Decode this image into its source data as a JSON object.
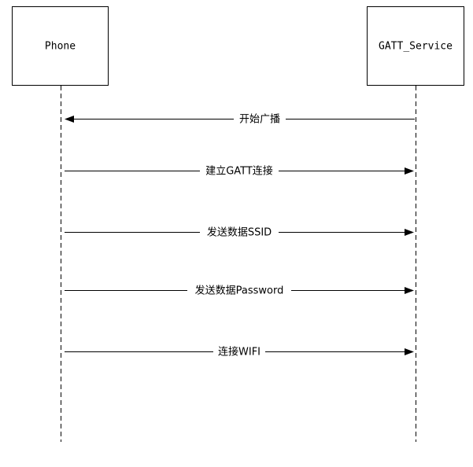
{
  "participants": [
    {
      "label": "Phone"
    },
    {
      "label": "GATT_Service"
    }
  ],
  "messages": [
    {
      "label": "开始广播",
      "from": "GATT_Service",
      "to": "Phone"
    },
    {
      "label": "建立GATT连接",
      "from": "Phone",
      "to": "GATT_Service"
    },
    {
      "label": "发送数据SSID",
      "from": "Phone",
      "to": "GATT_Service"
    },
    {
      "label": "发送数据Password",
      "from": "Phone",
      "to": "GATT_Service"
    },
    {
      "label": "连接WIFI",
      "from": "Phone",
      "to": "GATT_Service"
    }
  ],
  "colors": {
    "stroke": "#000000",
    "background": "#ffffff"
  }
}
